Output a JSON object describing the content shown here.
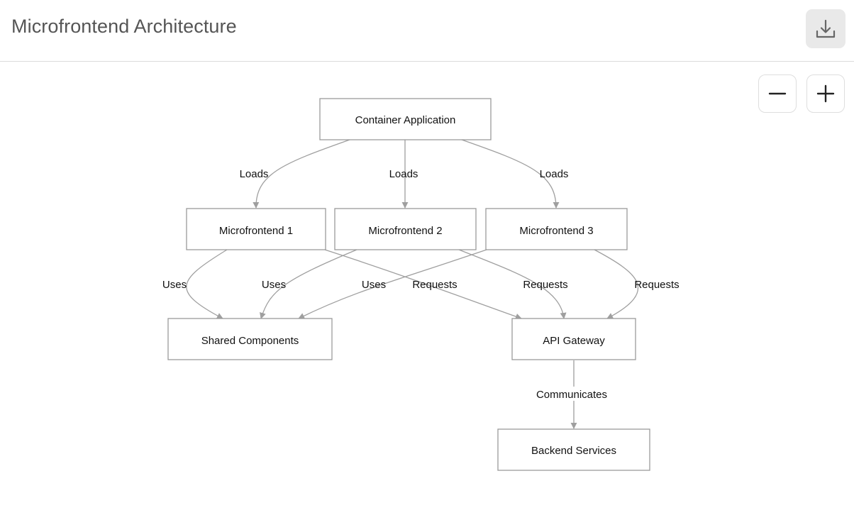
{
  "header": {
    "title": "Microfrontend Architecture"
  },
  "toolbar": {
    "download_icon": "download-tray-icon",
    "zoom_out_icon": "minus-icon",
    "zoom_in_icon": "plus-icon"
  },
  "diagram": {
    "nodes": [
      {
        "id": "container",
        "label": "Container Application"
      },
      {
        "id": "mf1",
        "label": "Microfrontend 1"
      },
      {
        "id": "mf2",
        "label": "Microfrontend 2"
      },
      {
        "id": "mf3",
        "label": "Microfrontend 3"
      },
      {
        "id": "shared",
        "label": "Shared Components"
      },
      {
        "id": "gateway",
        "label": "API Gateway"
      },
      {
        "id": "backend",
        "label": "Backend Services"
      }
    ],
    "edges": [
      {
        "from": "container",
        "to": "mf1",
        "label": "Loads"
      },
      {
        "from": "container",
        "to": "mf2",
        "label": "Loads"
      },
      {
        "from": "container",
        "to": "mf3",
        "label": "Loads"
      },
      {
        "from": "mf1",
        "to": "shared",
        "label": "Uses"
      },
      {
        "from": "mf2",
        "to": "shared",
        "label": "Uses"
      },
      {
        "from": "mf3",
        "to": "shared",
        "label": "Uses"
      },
      {
        "from": "mf1",
        "to": "gateway",
        "label": "Requests"
      },
      {
        "from": "mf2",
        "to": "gateway",
        "label": "Requests"
      },
      {
        "from": "mf3",
        "to": "gateway",
        "label": "Requests"
      },
      {
        "from": "gateway",
        "to": "backend",
        "label": "Communicates"
      }
    ]
  }
}
